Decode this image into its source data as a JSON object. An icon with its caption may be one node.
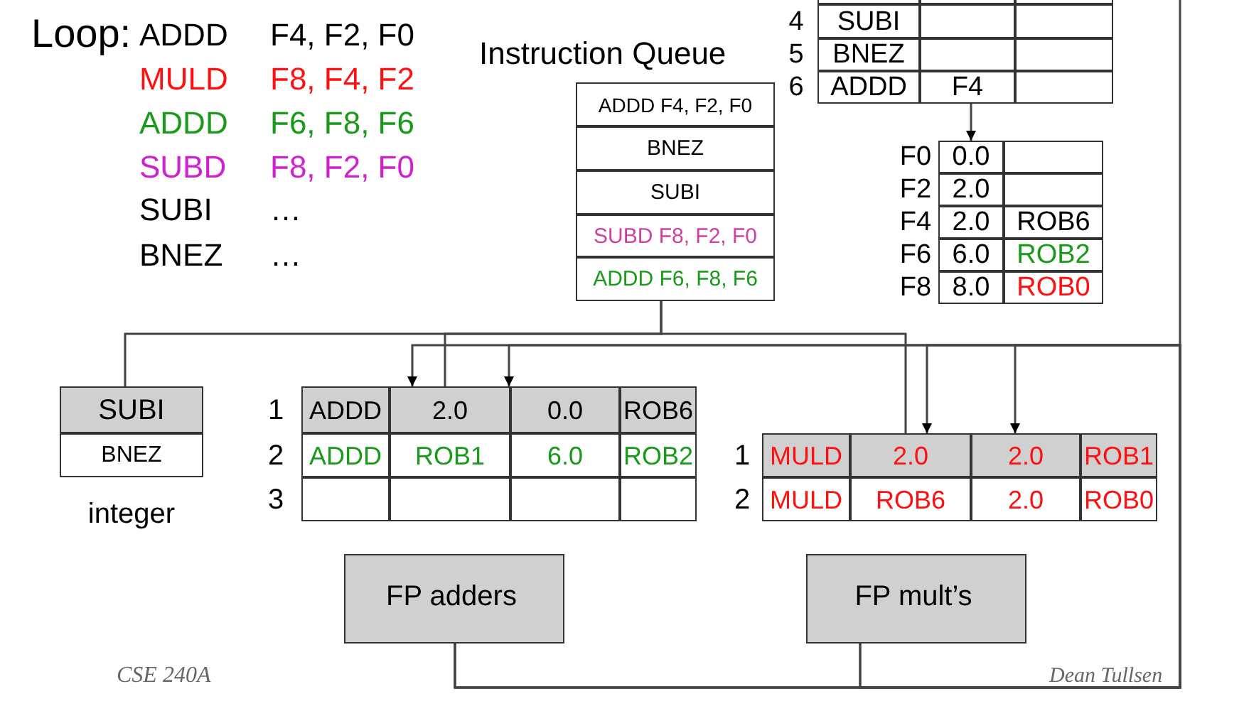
{
  "diagram": {
    "nodes": [
      {
        "text": [
          "Instruction Queue",
          "ADDD F4, F2, F0",
          "BNEZ",
          "SUBI",
          "SUBD F8, F2, F0",
          "ADDD F6, F8, F6"
        ]
      },
      {
        "text": [
          "4",
          "SUBI",
          "5",
          "BNEZ",
          "6",
          "ADDD",
          "F4"
        ]
      },
      {
        "text": [
          "F0",
          "0.0",
          "F2",
          "2.0",
          "F4",
          "2.0",
          "ROB6",
          "F6",
          "6.0",
          "ROB2",
          "F8",
          "8.0",
          "ROB0"
        ]
      },
      {
        "text": [
          "SUBI",
          "BNEZ"
        ],
        "beside": [
          "integer"
        ]
      },
      {
        "text": [
          "1",
          "ADDD",
          "2.0",
          "0.0",
          "ROB6",
          "2",
          "ADDD",
          "ROB1",
          "6.0",
          "ROB2",
          "3"
        ]
      },
      {
        "text": [
          "1",
          "MULD",
          "2.0",
          "2.0",
          "ROB1",
          "2",
          "MULD",
          "ROB6",
          "2.0",
          "ROB0"
        ]
      },
      {
        "text": [
          "FP adders"
        ]
      },
      {
        "text": [
          "FP mult’s"
        ]
      }
    ],
    "edges": [
      {
        "from": 0,
        "to": 3,
        "arrow": "none"
      },
      {
        "from": 0,
        "to": 4,
        "arrow": "none"
      },
      {
        "from": 0,
        "to": 5,
        "arrow": "none"
      },
      {
        "from": 1,
        "to": 2,
        "arrow": "to"
      },
      {
        "from": 6,
        "to": 4,
        "arrow": "to"
      },
      {
        "from": 7,
        "to": 4,
        "arrow": "to"
      },
      {
        "from": 6,
        "to": 5,
        "arrow": "to"
      },
      {
        "from": 7,
        "to": 5,
        "arrow": "to"
      },
      {
        "from": 6,
        "to": null,
        "arrow": "none"
      }
    ],
    "labels": [
      "Loop:",
      "ADDD",
      "F4, F2, F0",
      "MULD",
      "F8, F4, F2",
      "ADDD",
      "F6, F8, F6",
      "SUBD",
      "F8, F2, F0",
      "SUBI",
      "…",
      "BNEZ",
      "…",
      "CSE 240A",
      "Dean Tullsen"
    ]
  }
}
